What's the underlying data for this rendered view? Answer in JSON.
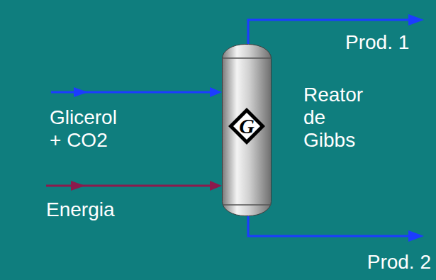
{
  "diagram": {
    "nodes": [
      {
        "text": [
          "Reator de Gibbs"
        ]
      },
      {
        "text": [
          "G"
        ],
        "in": 0
      }
    ],
    "labels": [
      "Glicerol + CO2",
      "Energia",
      "Prod. 1",
      "Prod. 2"
    ]
  }
}
